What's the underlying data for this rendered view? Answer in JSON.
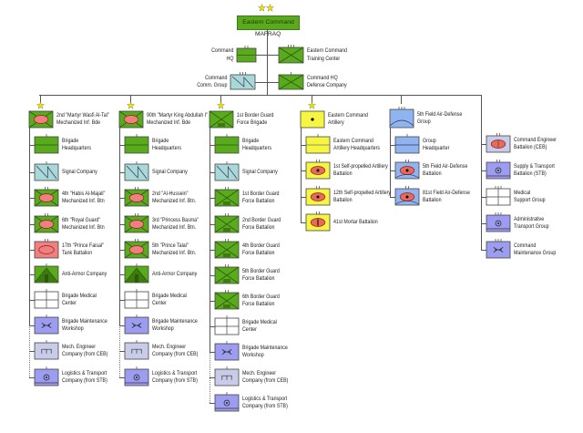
{
  "top": {
    "title": "Eastern Command",
    "location": "MAFRAQ",
    "stars": "★★"
  },
  "command_units": [
    {
      "lines": [
        "Command",
        "HQ"
      ],
      "icon": "hq-box"
    },
    {
      "lines": [
        "Eastern Command",
        "Training Center"
      ],
      "icon": "x-box"
    },
    {
      "lines": [
        "Command",
        "Comm. Group"
      ],
      "icon": "signal-box"
    },
    {
      "lines": [
        "Command HQ",
        "Defense Company"
      ],
      "icon": "x-box"
    }
  ],
  "columns": [
    {
      "head": {
        "lines": [
          "2nd \"Martyr Wasfi Al-Tal\"",
          "Mechanized Inf. Bde"
        ],
        "icon": "mech",
        "star": "★"
      },
      "units": [
        {
          "lines": [
            "Brigade",
            "Headquarters"
          ],
          "icon": "hq"
        },
        {
          "lines": [
            "Signal Company"
          ],
          "icon": "signal"
        },
        {
          "lines": [
            "4th \"Habis Al-Majali\"",
            "Mechanized Inf. Btn"
          ],
          "icon": "mech"
        },
        {
          "lines": [
            "6th \"Royal Guard\"",
            "Mechanized Inf. Btn"
          ],
          "icon": "mech"
        },
        {
          "lines": [
            "17th \"Prince Faisal\"",
            "Tank Battalion"
          ],
          "icon": "tank"
        },
        {
          "lines": [
            "Anti-Armor Company"
          ],
          "icon": "antiarmor"
        },
        {
          "lines": [
            "Brigade Medical",
            "Center"
          ],
          "icon": "medical"
        },
        {
          "lines": [
            "Brigade Maintenance",
            "Workshop"
          ],
          "icon": "maint"
        },
        {
          "lines": [
            "Mech. Engineer",
            "Company (from CEB)"
          ],
          "icon": "mecheng"
        },
        {
          "lines": [
            "Logistics & Transport",
            "Company (from STB)"
          ],
          "icon": "logistics"
        }
      ]
    },
    {
      "head": {
        "lines": [
          "90th \"Martyr King Abdullah I\"",
          "Mechanized Inf. Bde"
        ],
        "icon": "mech",
        "star": "★"
      },
      "units": [
        {
          "lines": [
            "Brigade",
            "Headquarters"
          ],
          "icon": "hq"
        },
        {
          "lines": [
            "Signal Company"
          ],
          "icon": "signal"
        },
        {
          "lines": [
            "2nd \"Al-Hussein\"",
            "Mechanized Inf. Btn."
          ],
          "icon": "mech"
        },
        {
          "lines": [
            "3rd \"Princess Basma\"",
            "Mechanized Inf. Btn."
          ],
          "icon": "mech"
        },
        {
          "lines": [
            "5th \"Prince Talal\"",
            "Mechanized Inf. Btn."
          ],
          "icon": "mech"
        },
        {
          "lines": [
            "Anti-Armor Company"
          ],
          "icon": "antiarmor"
        },
        {
          "lines": [
            "Brigade Medical",
            "Center"
          ],
          "icon": "medical"
        },
        {
          "lines": [
            "Brigade Maintenance",
            "Workshop"
          ],
          "icon": "maint"
        },
        {
          "lines": [
            "Mech. Engineer",
            "Company (from CEB)"
          ],
          "icon": "mecheng"
        },
        {
          "lines": [
            "Logistics & Transport",
            "Company (from STB)"
          ],
          "icon": "logistics"
        }
      ]
    },
    {
      "head": {
        "lines": [
          "1st Border Guard",
          "Force Brigade"
        ],
        "icon": "bg",
        "star": "★"
      },
      "units": [
        {
          "lines": [
            "Brigade",
            "Headquarters"
          ],
          "icon": "hq"
        },
        {
          "lines": [
            "Signal Company"
          ],
          "icon": "signal"
        },
        {
          "lines": [
            "1st Border Guard",
            "Force Battalion"
          ],
          "icon": "bg"
        },
        {
          "lines": [
            "2nd Border Guard",
            "Force Battalion"
          ],
          "icon": "bg"
        },
        {
          "lines": [
            "4th Border Guard",
            "Force Battalion"
          ],
          "icon": "bg"
        },
        {
          "lines": [
            "5th Border Guard",
            "Force Battalion"
          ],
          "icon": "bg"
        },
        {
          "lines": [
            "6th Border Guard",
            "Force Battalion"
          ],
          "icon": "bg"
        },
        {
          "lines": [
            "Brigade Medical",
            "Center"
          ],
          "icon": "medical"
        },
        {
          "lines": [
            "Brigade Maintenance",
            "Workshop"
          ],
          "icon": "maint"
        },
        {
          "lines": [
            "Mech. Engineer",
            "Company (from CEB)"
          ],
          "icon": "mecheng"
        },
        {
          "lines": [
            "Logistics & Transport",
            "Company (from STB)"
          ],
          "icon": "logistics"
        }
      ]
    },
    {
      "head": {
        "lines": [
          "Eastern Command",
          "Artillery"
        ],
        "icon": "arty",
        "star": "★"
      },
      "units": [
        {
          "lines": [
            "Eastern Command",
            "Artillery Headquarters"
          ],
          "icon": "artyhq"
        },
        {
          "lines": [
            "1st Self-propelled Artillery",
            "Battalion"
          ],
          "icon": "sp"
        },
        {
          "lines": [
            "12th Self-propelled Artillery",
            "Battalion"
          ],
          "icon": "sp"
        },
        {
          "lines": [
            "41st Mortar Battalion"
          ],
          "icon": "mortar"
        }
      ]
    },
    {
      "head": {
        "lines": [
          "5th Field Air-Defense",
          "Group"
        ],
        "icon": "adgroup",
        "star": ""
      },
      "units": [
        {
          "lines": [
            "Group",
            "Headquarter"
          ],
          "icon": "adhq"
        },
        {
          "lines": [
            "5th Field Air-Defense",
            "Battalion"
          ],
          "icon": "adbn"
        },
        {
          "lines": [
            "81st Field Air-Defense",
            "Battalion"
          ],
          "icon": "adbn"
        }
      ]
    },
    {
      "head": null,
      "units": [
        {
          "lines": [
            "Command Engineer",
            "Battalion (CEB)"
          ],
          "icon": "ceb"
        },
        {
          "lines": [
            "Supply & Transport",
            "Battalion (STB)"
          ],
          "icon": "logistics"
        },
        {
          "lines": [
            "Medical",
            "Support Group"
          ],
          "icon": "medical"
        },
        {
          "lines": [
            "Administrative",
            "Transport Group"
          ],
          "icon": "logistics"
        },
        {
          "lines": [
            "Command",
            "Maintenance Group"
          ],
          "icon": "maint"
        }
      ]
    }
  ],
  "colors": {
    "green": "#5aaa1e",
    "signal": "#a8d8d8",
    "tank": "#f08080",
    "yellow": "#f5f542",
    "blue": "#8fb4f0",
    "purple": "#9c9cf0",
    "gray": "#c8cce8"
  }
}
